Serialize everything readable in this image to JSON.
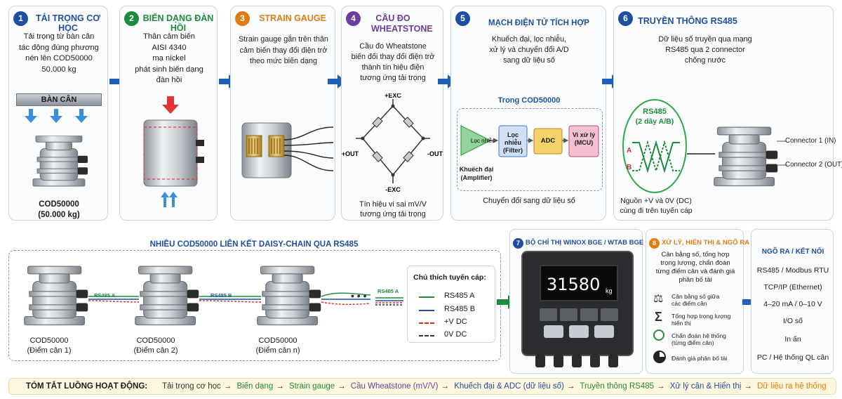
{
  "steps": [
    {
      "num": "1",
      "title": "TẢI TRỌNG CƠ HỌC",
      "color": "#1f4fa1",
      "desc": [
        "Tải trọng từ bàn cân",
        "tác động đúng phương",
        "nén lên COD50000",
        "50.000 kg"
      ],
      "scale_label": "BÀN CÂN",
      "sensor_name": "COD50000",
      "sensor_cap": "(50.000 kg)"
    },
    {
      "num": "2",
      "title": "BIẾN DẠNG ĐÀN HỒI",
      "color": "#1e8a3c",
      "desc": [
        "Thân cảm biến",
        "AISI 4340",
        "mạ nickel",
        "phát sinh biến dạng",
        "đàn hồi"
      ]
    },
    {
      "num": "3",
      "title": "STRAIN GAUGE",
      "color": "#e07b12",
      "desc": [
        "Strain gauge gắn trên thân",
        "cảm biến thay đổi điện trở",
        "theo mức biến dạng"
      ]
    },
    {
      "num": "4",
      "title": "CẦU ĐO WHEATSTONE",
      "color": "#6a3fa0",
      "desc": [
        "Cầu đo Wheatstone",
        "biến đổi thay đổi điện trở",
        "thành tín hiệu điện",
        "tương ứng tải trọng"
      ],
      "exc_plus": "+EXC",
      "exc_minus": "-EXC",
      "out_plus": "+OUT",
      "out_minus": "-OUT",
      "note": [
        "Tín hiệu vi sai mV/V",
        "tương ứng tải trọng"
      ]
    },
    {
      "num": "5",
      "title": "MẠCH ĐIỆN TỬ TÍCH HỢP",
      "color": "#1f4fa1",
      "desc": [
        "Khuếch đại, lọc nhiễu,",
        "xử lý và chuyển đổi A/D",
        "sang dữ liệu số"
      ],
      "inner_title": "Trong COD50000",
      "amp": "Lọc nhiễu",
      "amp_label": [
        "Khuếch đại",
        "(Amplifier)"
      ],
      "filter": [
        "Lọc nhiễu",
        "(Filter)"
      ],
      "adc": "ADC",
      "mcu": [
        "Vi xử lý",
        "(MCU)"
      ],
      "note": "Chuyển đổi sang dữ liệu số"
    },
    {
      "num": "6",
      "title": "TRUYỀN THÔNG RS485",
      "color": "#1f4fa1",
      "desc": [
        "Dữ liệu số truyền qua mạng",
        "RS485 qua 2 connector",
        "chống nước"
      ],
      "rs_title": "RS485",
      "rs_sub": "(2 dây A/B)",
      "a": "A",
      "b": "B",
      "conn1": "Connector 1 (IN)",
      "conn2": "Connector 2 (OUT)",
      "power": [
        "Nguồn +V và 0V (DC)",
        "cùng đi trên tuyến cáp"
      ]
    }
  ],
  "daisy": {
    "title": "NHIỀU COD50000 LIÊN KẾT DAISY-CHAIN QUA RS485",
    "sensors": [
      {
        "name": "COD50000",
        "point": "(Điểm cân 1)"
      },
      {
        "name": "COD50000",
        "point": "(Điểm cân 2)"
      },
      {
        "name": "COD50000",
        "point": "(Điểm cân n)"
      }
    ],
    "cable_labels": [
      "RS485 A",
      "RS485 B",
      "RS485 A"
    ],
    "legend_title": "Chú thích tuyến cáp:",
    "legend": [
      {
        "label": "RS485 A",
        "color": "#1e8a3c"
      },
      {
        "label": "RS485 B",
        "color": "#1f4fa1"
      },
      {
        "label": "+V DC",
        "color": "#d12a2a"
      },
      {
        "label": "0V DC",
        "color": "#333333"
      }
    ]
  },
  "indicator": {
    "num": "7",
    "title": "BỘ CHỈ THỊ WINOX BGE / WTAB BGE",
    "color": "#1f4fa1",
    "reading": "31580",
    "unit": "kg"
  },
  "processing": {
    "num": "8",
    "title": "XỬ LÝ, HIỂN THỊ & NGÕ RA",
    "color": "#e07b12",
    "desc": [
      "Cân bằng số, tổng hợp",
      "trọng lượng, chẩn đoán",
      "từng điểm cân và đánh giá",
      "phân bố tải"
    ],
    "features": [
      {
        "icon": "balance-icon",
        "text": [
          "Cân bằng số giữa",
          "các điểm cân"
        ]
      },
      {
        "icon": "sigma-icon",
        "text": [
          "Tổng hợp trọng lượng",
          "hiển thị"
        ]
      },
      {
        "icon": "magnifier-icon",
        "text": [
          "Chẩn đoán hệ thống",
          "(từng điểm cân)"
        ]
      },
      {
        "icon": "pie-icon",
        "text": [
          "Đánh giá phân bố tải"
        ]
      }
    ]
  },
  "outputs": {
    "title": "NGÕ RA / KẾT NỐI",
    "color": "#1f4fa1",
    "items": [
      "RS485 / Modbus RTU",
      "TCP/IP (Ethernet)",
      "4–20 mA / 0–10 V",
      "I/O số",
      "In ấn",
      "PC / Hệ thống QL cân"
    ]
  },
  "summary": {
    "label": "TÓM TẮT LUỒNG HOẠT ĐỘNG:",
    "steps": [
      {
        "text": "Tải trọng cơ học",
        "color": "#333333"
      },
      {
        "text": "Biến dạng",
        "color": "#1e8a3c"
      },
      {
        "text": "Strain gauge",
        "color": "#1e8a3c"
      },
      {
        "text": "Cầu Wheatstone (mV/V)",
        "color": "#6a3fa0"
      },
      {
        "text": "Khuếch đại & ADC (dữ liệu số)",
        "color": "#1f4fa1"
      },
      {
        "text": "Truyền thông RS485",
        "color": "#1e8a3c"
      },
      {
        "text": "Xử lý cân & Hiển thị",
        "color": "#1f4fa1"
      },
      {
        "text": "Dữ liệu ra hệ thống",
        "color": "#e07b12"
      }
    ]
  }
}
